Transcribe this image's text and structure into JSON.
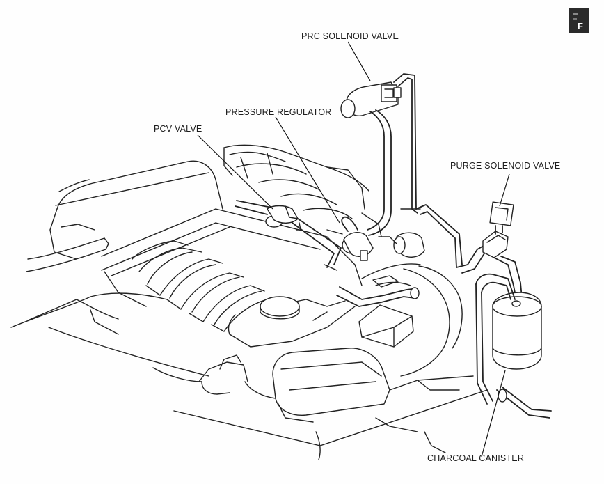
{
  "labels": {
    "prc": "PRC SOLENOID VALVE",
    "pressure": "PRESSURE REGULATOR",
    "pcv": "PCV VALVE",
    "purge": "PURGE SOLENOID VALVE",
    "canister": "CHARCOAL CANISTER"
  },
  "corner_tab": "F"
}
